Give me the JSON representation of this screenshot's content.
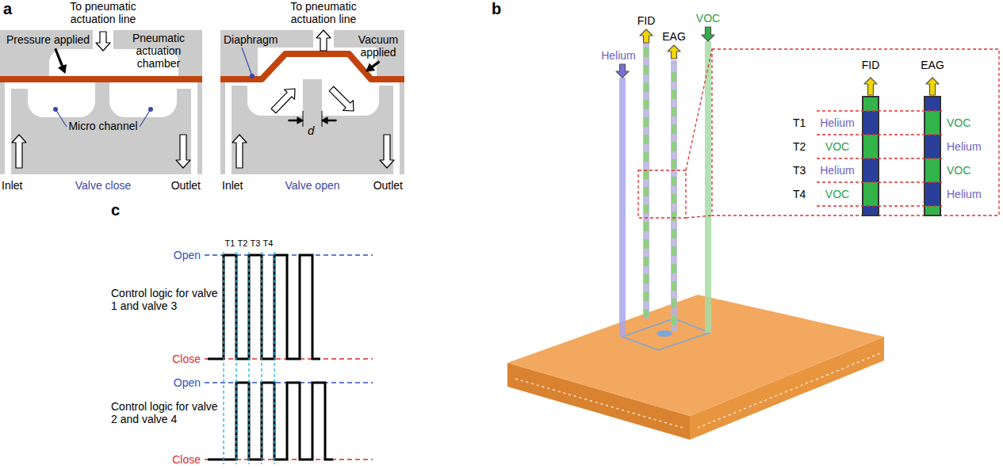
{
  "diagram": {
    "labels": [
      "a",
      "To pneumatic actuation line",
      "Pressure applied",
      "Pneumatic actuation chamber",
      "Micro channel",
      "Inlet",
      "Valve close",
      "Outlet",
      "To pneumatic actuation line",
      "Diaphragm",
      "Vacuum applied",
      "d",
      "Inlet",
      "Valve open",
      "Outlet",
      "b",
      "Helium",
      "FID",
      "EAG",
      "VOC",
      "FID",
      "EAG",
      "T1",
      "Helium",
      "VOC",
      "T2",
      "VOC",
      "Helium",
      "T3",
      "Helium",
      "VOC",
      "T4",
      "VOC",
      "Helium",
      "c",
      "T1",
      "T2",
      "T3",
      "T4",
      "Open",
      "Close",
      "Control logic for valve 1 and valve 3",
      "Open",
      "Close",
      "Control logic for valve 2 and valve 4"
    ]
  }
}
